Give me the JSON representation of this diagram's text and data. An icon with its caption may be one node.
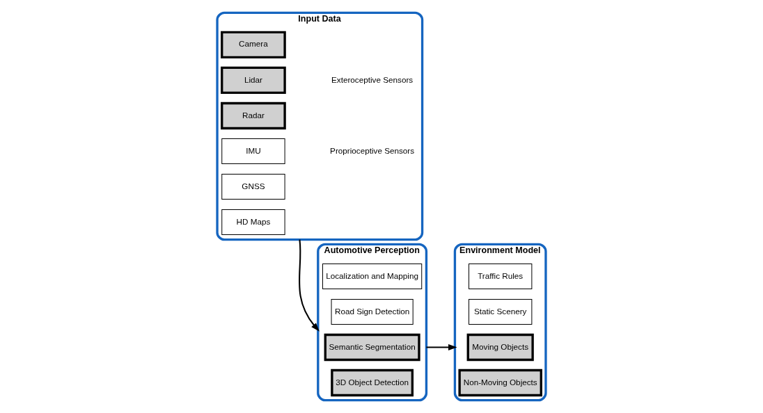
{
  "diagram": {
    "nodes": [
      {
        "text": [
          "Input Data"
        ]
      },
      {
        "text": [
          "Camera"
        ],
        "in": 0
      },
      {
        "text": [
          "Lidar"
        ],
        "in": 0
      },
      {
        "text": [
          "Radar"
        ],
        "in": 0
      },
      {
        "text": [
          "GNSS"
        ],
        "in": 0
      },
      {
        "text": [
          "IMU"
        ],
        "in": 0
      },
      {
        "text": [
          "HD Maps"
        ],
        "in": 0
      },
      {
        "text": [
          "Automotive Perception"
        ]
      },
      {
        "text": [
          "Localization and Mapping"
        ],
        "in": 7
      },
      {
        "text": [
          "Road Sign Detection"
        ],
        "in": 7
      },
      {
        "text": [
          "Semantic Segmentation"
        ],
        "in": 7
      },
      {
        "text": [
          "3D Object Detection"
        ],
        "in": 7
      },
      {
        "text": [
          "Environment Model"
        ]
      },
      {
        "text": [
          "Traffic Rules"
        ],
        "in": 12
      },
      {
        "text": [
          "Static Scenery"
        ],
        "in": 12
      },
      {
        "text": [
          "Moving Objects"
        ],
        "in": 12
      },
      {
        "text": [
          "Non-Moving Objects"
        ],
        "in": 12
      }
    ],
    "edges": [
      {
        "from": 0,
        "to": 7,
        "arrow": "to"
      },
      {
        "from": 7,
        "to": 12,
        "arrow": "to"
      }
    ],
    "labels": [
      "Exteroceptive Sensors",
      "Proprioceptive Sensors"
    ]
  }
}
